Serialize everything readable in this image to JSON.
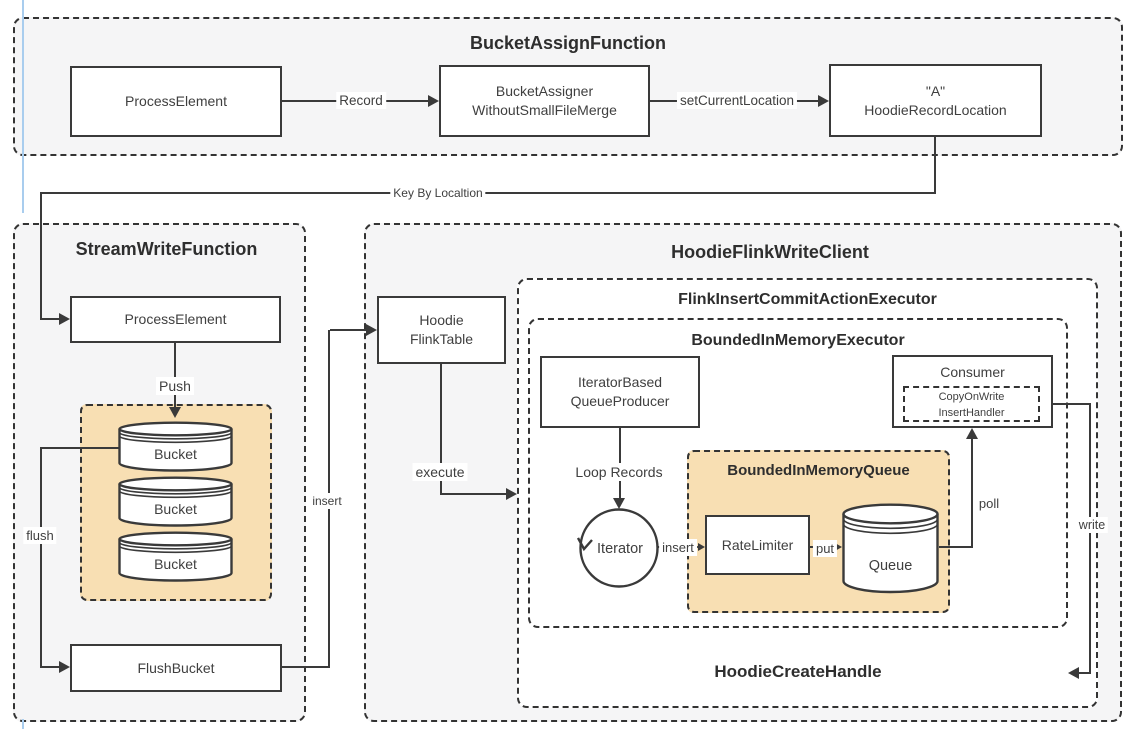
{
  "colors": {
    "panel_fill": "#f5f5f6",
    "accent_fill": "#f8dfb3",
    "border": "#333333",
    "line": "#3a3a3a",
    "guide_blue": "#a9cdee"
  },
  "bucket_assign_function": {
    "title": "BucketAssignFunction",
    "process_element": "ProcessElement",
    "bucket_assigner": [
      "BucketAssigner",
      "WithoutSmallFileMerge"
    ],
    "record_location": [
      "\"A\"",
      "HoodieRecordLocation"
    ]
  },
  "stream_write_function": {
    "title": "StreamWriteFunction",
    "process_element": "ProcessElement",
    "buckets": [
      "Bucket",
      "Bucket",
      "Bucket"
    ],
    "flush_bucket": "FlushBucket"
  },
  "hoodie_flink_write_client": {
    "title": "HoodieFlinkWriteClient",
    "flink_table": [
      "Hoodie",
      "FlinkTable"
    ],
    "flink_insert_commit_action_executor": {
      "title": "FlinkInsertCommitActionExecutor",
      "bounded_in_memory_executor": {
        "title": "BoundedInMemoryExecutor",
        "queue_producer": [
          "IteratorBased",
          "QueueProducer"
        ],
        "iterator": "Iterator",
        "bounded_in_memory_queue": {
          "title": "BoundedInMemoryQueue",
          "rate_limiter": "RateLimiter",
          "queue": "Queue"
        },
        "consumer": {
          "title": "Consumer",
          "handler": [
            "CopyOnWrite",
            "InsertHandler"
          ]
        }
      },
      "hoodie_create_handle": {
        "title": "HoodieCreateHandle"
      }
    }
  },
  "edges": {
    "record": "Record",
    "set_current_location": "setCurrentLocation",
    "key_by_location": "Key By Localtion",
    "push": "Push",
    "flush": "flush",
    "insert": "insert",
    "execute": "execute",
    "loop_records": "Loop Records",
    "insert_queue": "insert",
    "put": "put",
    "poll": "poll",
    "write": "write"
  }
}
